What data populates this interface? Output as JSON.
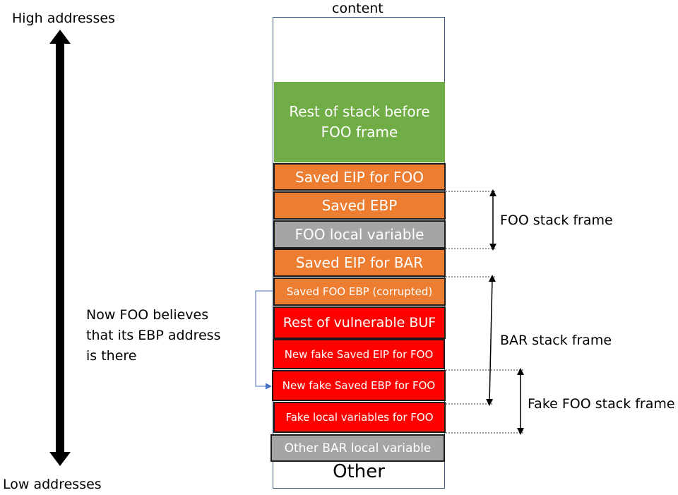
{
  "header": {
    "column_title": "content"
  },
  "axis": {
    "high_label": "High addresses",
    "low_label": "Low addresses"
  },
  "annotation": {
    "lines": [
      "Now FOO believes",
      "that its EBP address",
      "is there"
    ]
  },
  "stack": {
    "rest_before": {
      "lines": [
        "Rest of stack before",
        "FOO frame"
      ],
      "color": "#70ad47"
    },
    "blocks": [
      {
        "label": "Saved EIP for FOO",
        "color": "#ed7d31"
      },
      {
        "label": "Saved EBP",
        "color": "#ed7d31"
      },
      {
        "label": "FOO local variable",
        "color": "#a5a5a5"
      },
      {
        "label": "Saved EIP for BAR",
        "color": "#ed7d31"
      },
      {
        "label": "Saved FOO EBP (corrupted)",
        "color": "#ed7d31"
      },
      {
        "label": "Rest of vulnerable BUF",
        "color": "#ff0000"
      },
      {
        "label": "New fake Saved EIP for FOO",
        "color": "#ff0000"
      },
      {
        "label": "New fake Saved EBP for FOO",
        "color": "#ff0000"
      },
      {
        "label": "Fake local variables for FOO",
        "color": "#ff0000"
      },
      {
        "label": "Other BAR local variable",
        "color": "#a5a5a5"
      }
    ],
    "other_label": "Other"
  },
  "frames": {
    "foo": "FOO stack frame",
    "bar": "BAR stack frame",
    "fake_foo": "Fake FOO stack frame"
  }
}
